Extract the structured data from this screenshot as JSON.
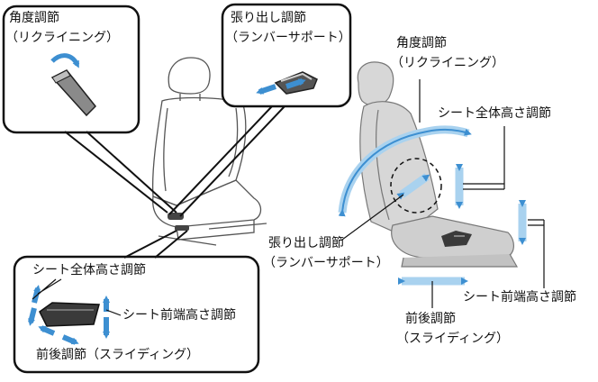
{
  "labels": {
    "inset_recline_line1": "角度調節",
    "inset_recline_line2": "（リクライニング）",
    "inset_lumbar_line1": "張り出し調節",
    "inset_lumbar_line2": "（ランバーサポート）",
    "inset_height": "シート全体高さ調節",
    "inset_front_height": "シート前端高さ調節",
    "inset_slide": "前後調節（スライディング）",
    "recline_line1": "角度調節",
    "recline_line2": "（リクライニング）",
    "height": "シート全体高さ調節",
    "lumbar_line1": "張り出し調節",
    "lumbar_line2": "（ランバーサポート）",
    "front_height": "シート前端高さ調節",
    "slide_line1": "前後調節",
    "slide_line2": "（スライディング）"
  },
  "colors": {
    "arrow_blue": "#3d8fd1",
    "arrow_light": "#a9d2ef",
    "seat_fill": "#d7d7d7",
    "line": "#111111"
  }
}
